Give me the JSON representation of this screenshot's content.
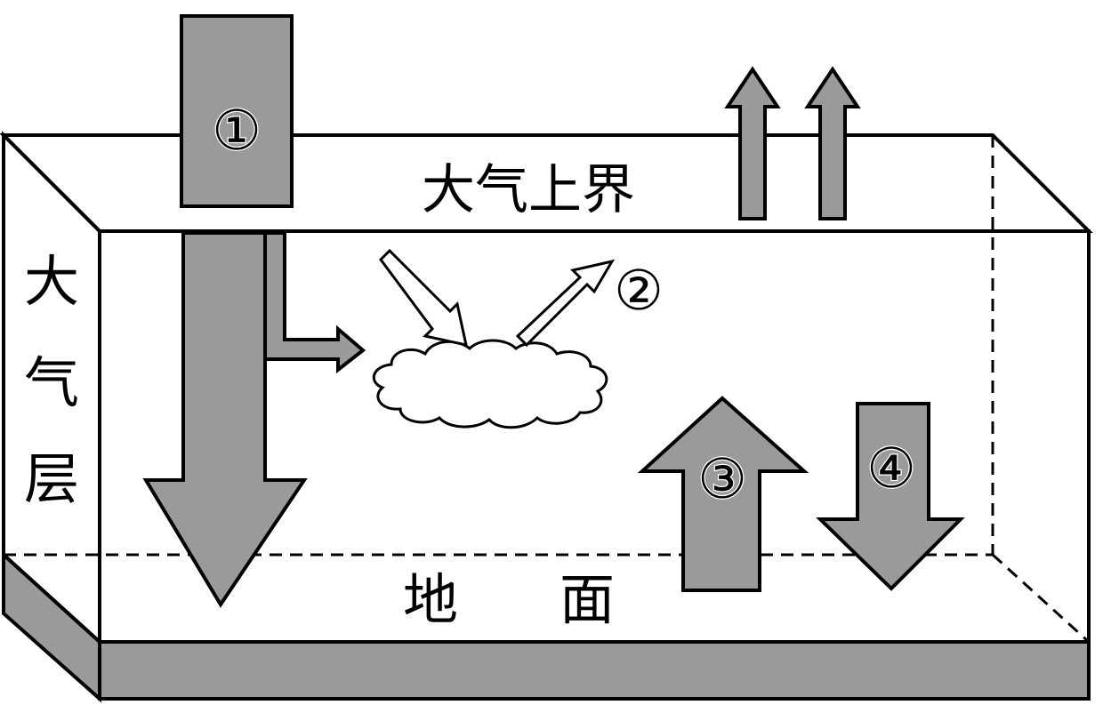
{
  "labels": {
    "upper_boundary": "大气上界",
    "atmosphere_layer": [
      "大",
      "气",
      "层"
    ],
    "ground_left": "地",
    "ground_right": "面"
  },
  "markers": {
    "m1": "①",
    "m2": "②",
    "m3": "③",
    "m4": "④"
  },
  "colors": {
    "arrow_fill": "#9a9a9a",
    "ground_fill": "#9a9a9a",
    "stroke": "#000000",
    "background": "#ffffff"
  }
}
